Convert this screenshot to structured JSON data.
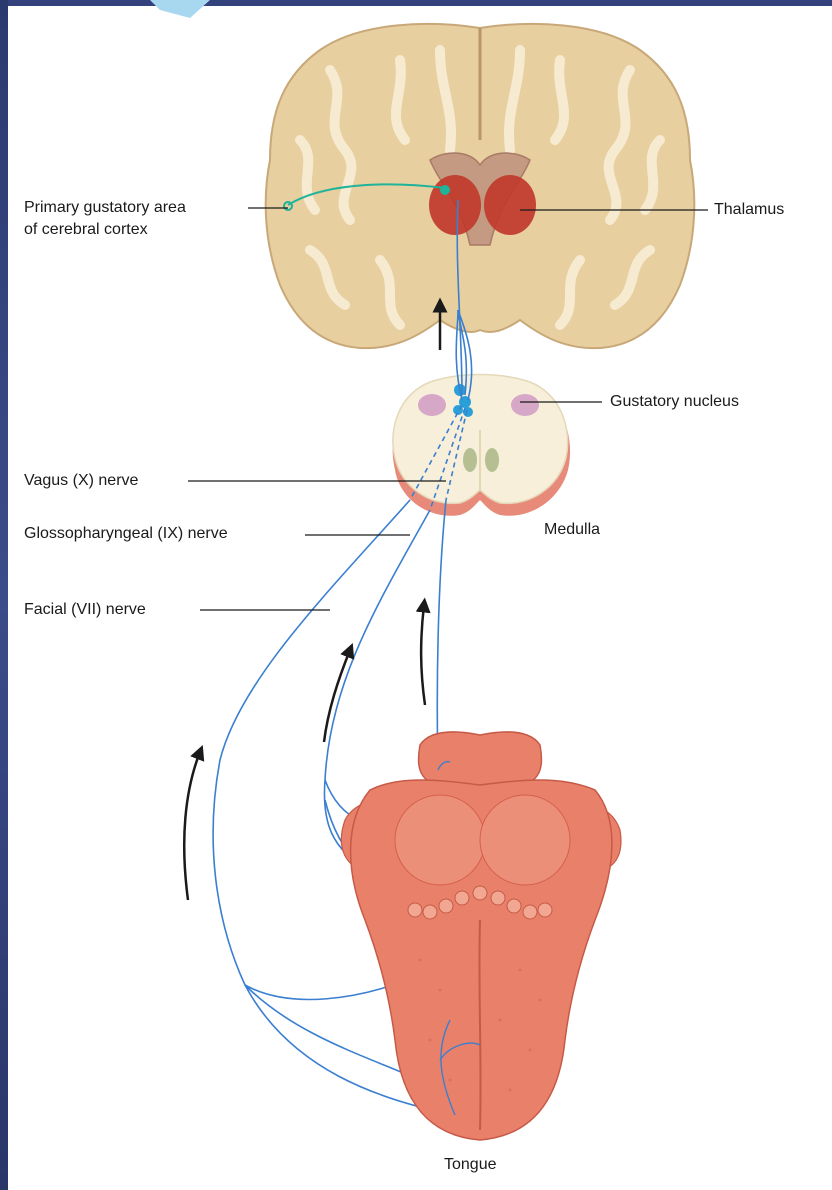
{
  "labels": {
    "primary_gustatory_line1": "Primary gustatory area",
    "primary_gustatory_line2": "of cerebral cortex",
    "thalamus": "Thalamus",
    "gustatory_nucleus": "Gustatory nucleus",
    "vagus": "Vagus (X) nerve",
    "glossopharyngeal": "Glossopharyngeal (IX) nerve",
    "facial": "Facial (VII) nerve",
    "medulla": "Medulla",
    "tongue": "Tongue"
  },
  "colors": {
    "brain": "#e8cfa0",
    "brain_outline": "#c8a878",
    "thalamus": "#c0392b",
    "nerve": "#3a7fd0",
    "cortex_tract": "#1fb39a",
    "medulla": "#f7efd9",
    "medulla_edge": "#e88a7a",
    "tongue": "#e9806a",
    "tongue_dark": "#d4604c",
    "frame": "#2e3b72"
  }
}
